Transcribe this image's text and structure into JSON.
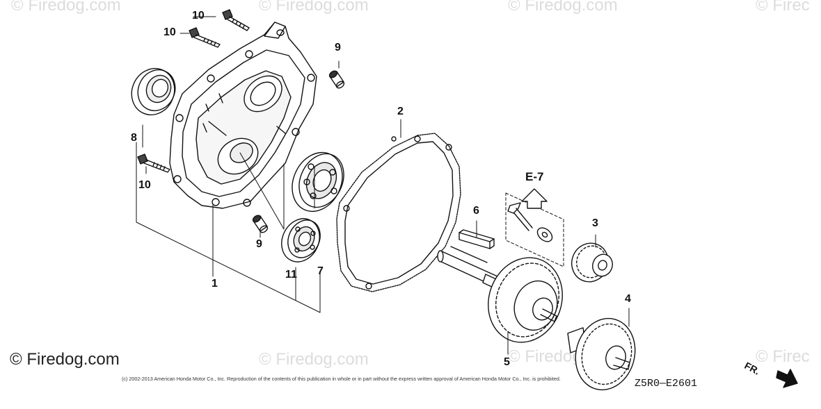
{
  "watermarks": {
    "text": "© Firedog.com",
    "top_fragment": "© Firec"
  },
  "brand": "© Firedog.com",
  "copyright": "(c) 2002-2013 American Honda Motor Co., Inc. Reproduction of the contents of this publication in whole or in part without the express written approval of American Honda Motor Co., Inc. is prohibited.",
  "diagram_code": "Z5R0—E2601",
  "reference": "E-7",
  "direction_label": "FR.",
  "callouts": {
    "c1": "1",
    "c2": "2",
    "c3": "3",
    "c4": "4",
    "c5": "5",
    "c6": "6",
    "c7": "7",
    "c8": "8",
    "c9a": "9",
    "c9b": "9",
    "c10a": "10",
    "c10b": "10",
    "c10c": "10",
    "c11": "11"
  },
  "colors": {
    "line": "#111111",
    "watermark": "#dcdcdc",
    "background": "#ffffff"
  }
}
